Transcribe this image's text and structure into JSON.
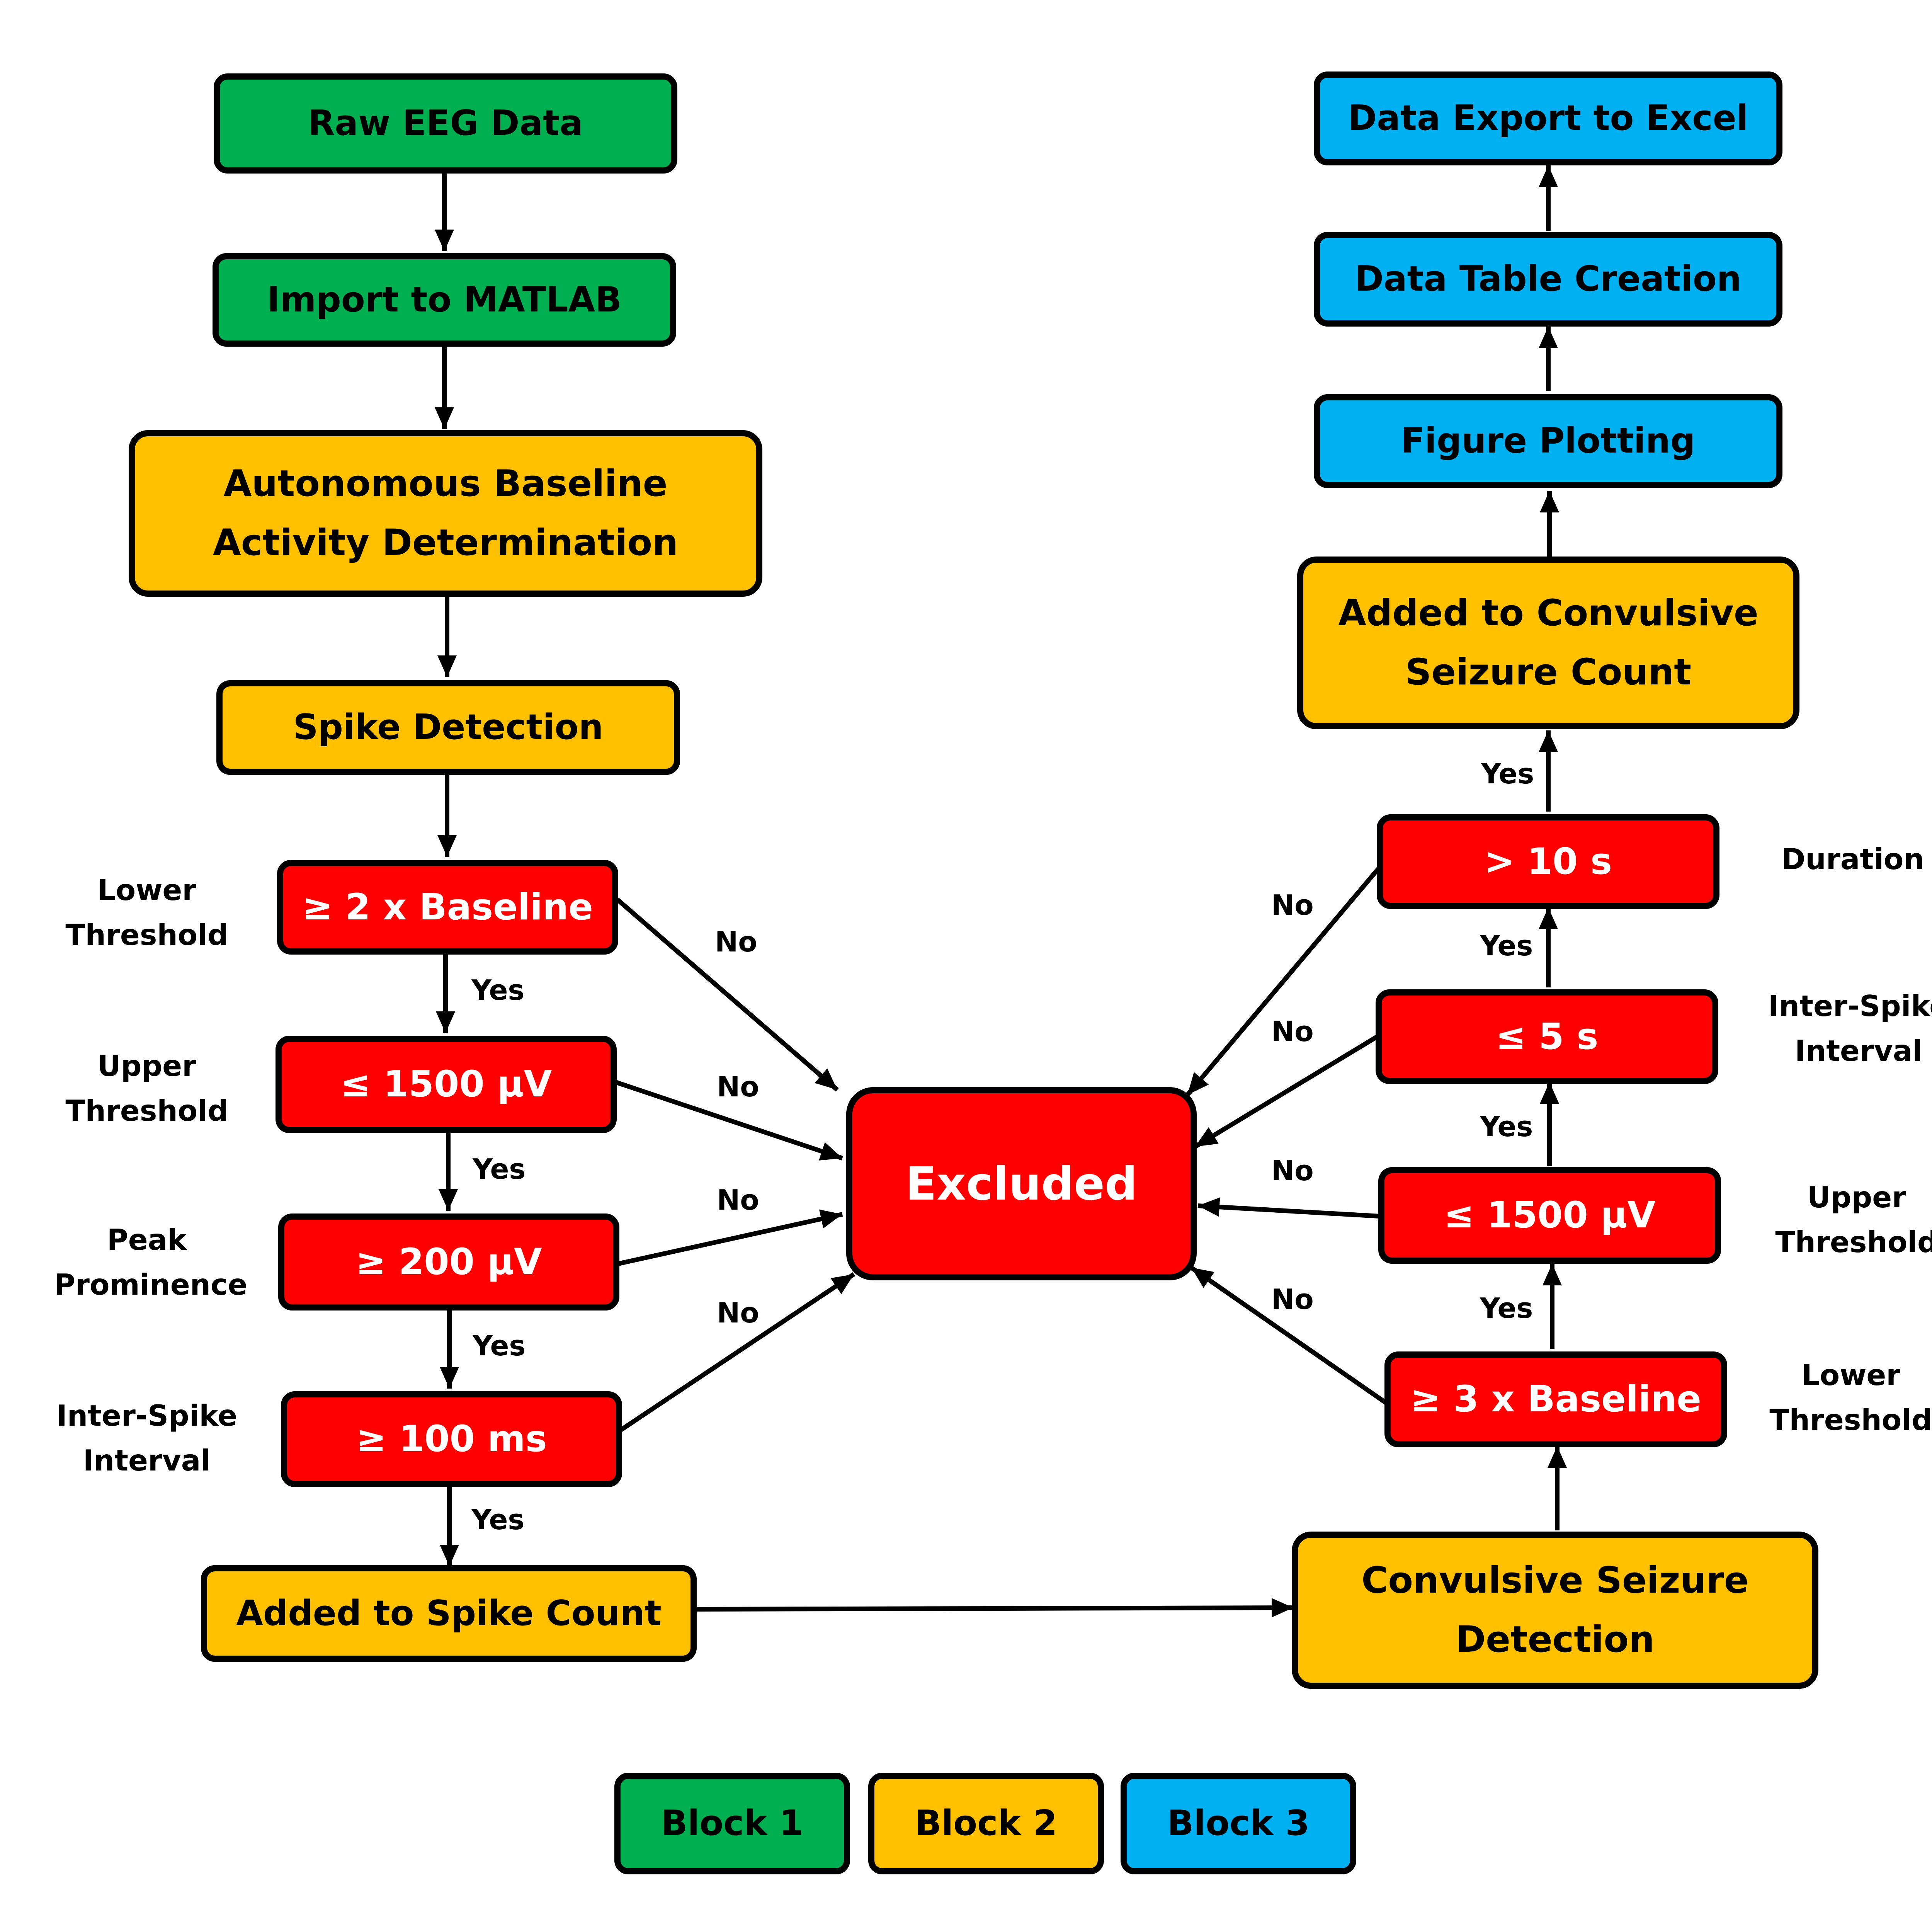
{
  "boxes": {
    "raw_eeg": "Raw EEG Data",
    "import_matlab": "Import to MATLAB",
    "baseline": "Autonomous Baseline\nActivity Determination",
    "spike_detection": "Spike Detection",
    "lower_threshold_left": "≥ 2 x Baseline",
    "upper_threshold_left": "≤ 1500 µV",
    "peak_prominence": "≥ 200 µV",
    "isi_left": "≥ 100 ms",
    "spike_count": "Added to Spike Count",
    "excluded": "Excluded",
    "convulsive_detection": "Convulsive Seizure\nDetection",
    "lower_threshold_right": "≥ 3 x Baseline",
    "upper_threshold_right": "≤ 1500 µV",
    "isi_right": "≤ 5 s",
    "duration": "> 10 s",
    "seizure_count": "Added to Convulsive\nSeizure Count",
    "figure_plotting": "Figure Plotting",
    "data_table": "Data Table Creation",
    "data_export": "Data Export to Excel"
  },
  "criteria_labels": {
    "left_lower": "Lower\nThreshold",
    "left_upper": "Upper\nThreshold",
    "left_peak": "Peak\nProminence",
    "left_isi": "Inter-Spike\nInterval",
    "right_duration": "Duration",
    "right_isi": "Inter-Spike\nInterval",
    "right_upper": "Upper\nThreshold",
    "right_lower": "Lower\nThreshold"
  },
  "decision_labels": {
    "yes": "Yes",
    "no": "No"
  },
  "legend": [
    {
      "label": "Block 1",
      "color": "#00b050"
    },
    {
      "label": "Block 2",
      "color": "#ffc000"
    },
    {
      "label": "Block 3",
      "color": "#00b0f0"
    }
  ],
  "colors": {
    "block1": "#00b050",
    "block2": "#ffc000",
    "block3": "#00b0f0",
    "criterion": "#ff0000"
  }
}
